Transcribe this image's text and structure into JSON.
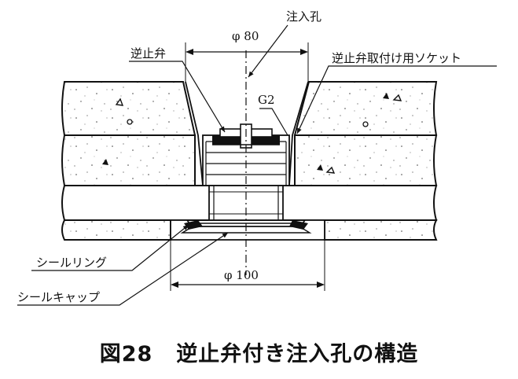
{
  "labels": {
    "injection_hole": "注入孔",
    "check_valve": "逆止弁",
    "check_valve_socket": "逆止弁取付け用ソケット",
    "g2": "G2",
    "seal_ring": "シールリング",
    "seal_cap": "シールキャップ",
    "dim_top": "φ 80",
    "dim_bottom": "φ 100"
  },
  "caption": {
    "number": "図28",
    "title": "逆止弁付き注入孔の構造"
  }
}
